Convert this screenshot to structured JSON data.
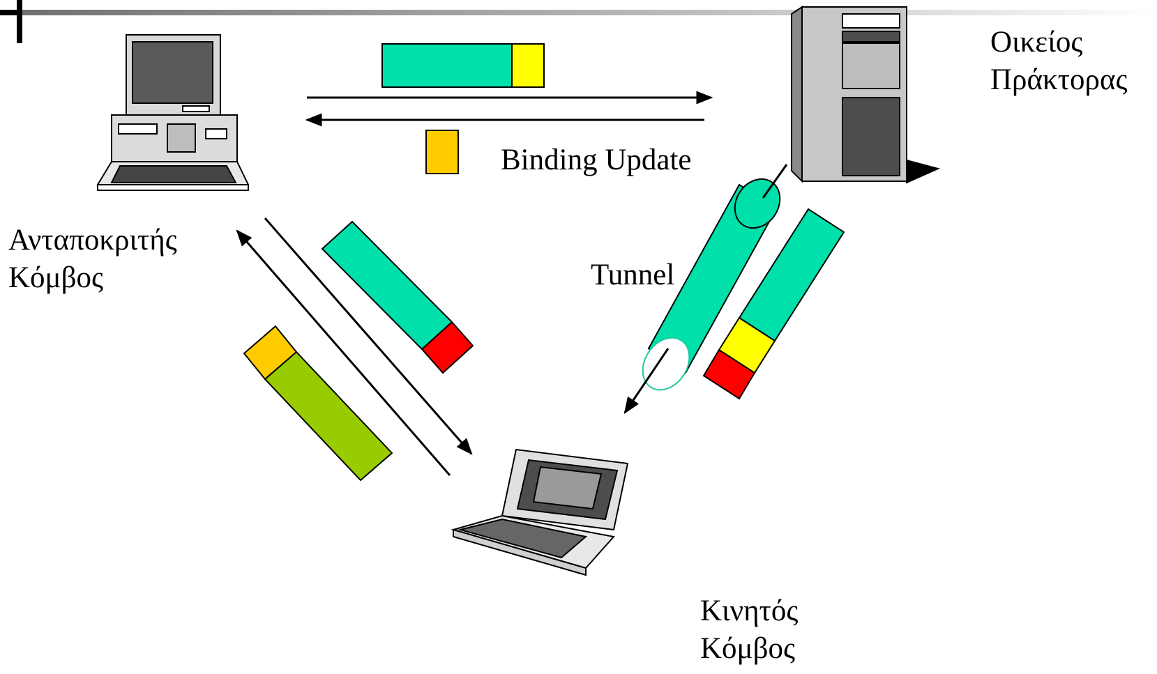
{
  "nodes": {
    "home_agent": {
      "line1": "Οικείος",
      "line2": "Πράκτορας",
      "icon": "server-tower-icon"
    },
    "correspondent": {
      "line1": "Ανταποκριτής",
      "line2": "Κόμβος",
      "icon": "desktop-computer-icon"
    },
    "mobile": {
      "line1": "Κινητός",
      "line2": "Κόμβος",
      "icon": "laptop-icon"
    }
  },
  "legend": {
    "binding_update": "Binding Update"
  },
  "tunnel_label": "Tunnel",
  "colors": {
    "payload": "#00E0AA",
    "home_header": "#FFFF00",
    "binding_update": "#FFCC00",
    "coa_header": "#FF0000",
    "reply_payload": "#99CC00",
    "title_bar": "#6E6E6E"
  }
}
